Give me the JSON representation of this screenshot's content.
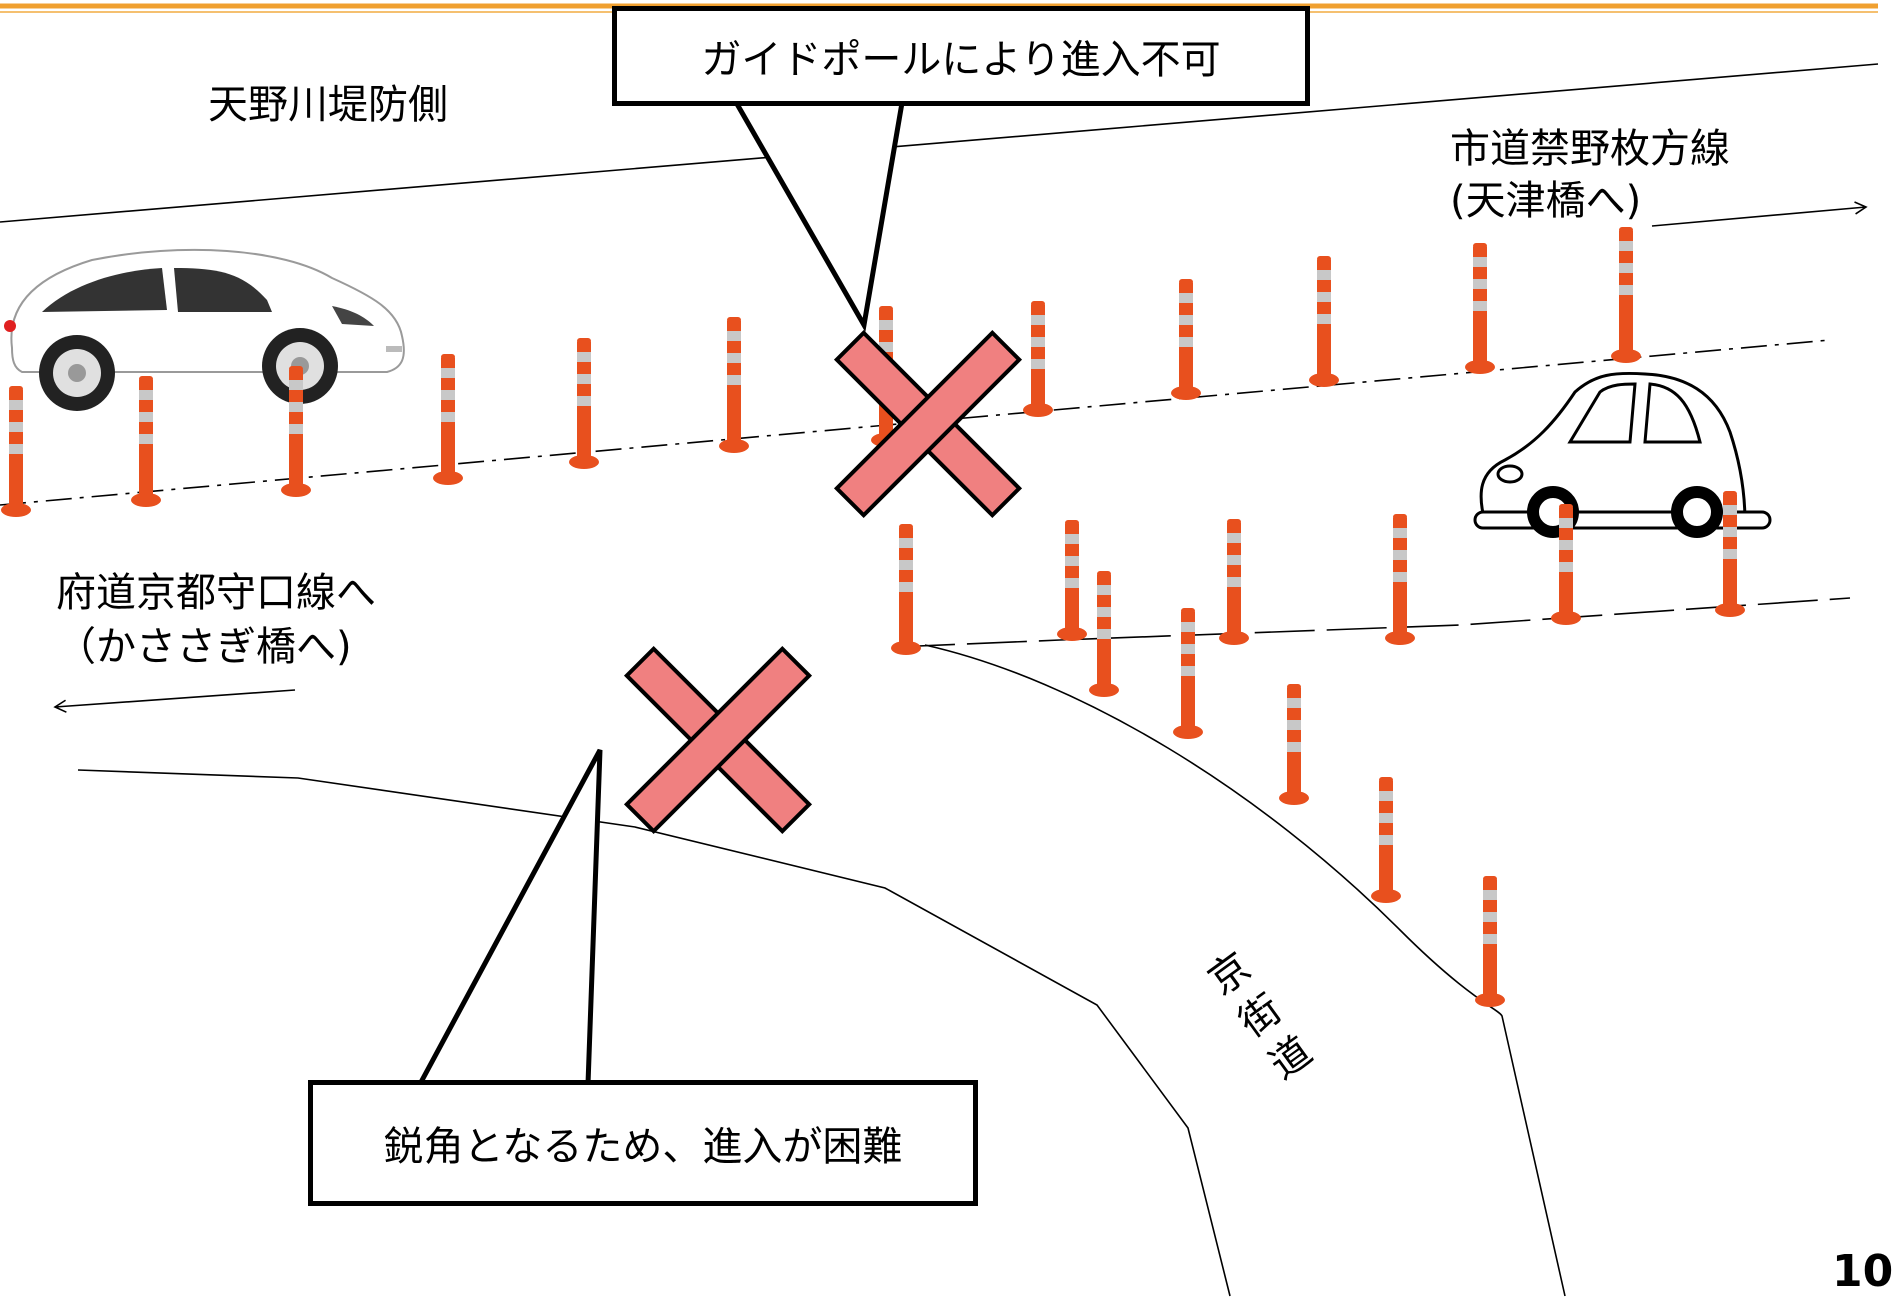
{
  "labels": {
    "embankment": "天野川堤防側",
    "city_road_line1": "市道禁野枚方線",
    "city_road_line2": "(天津橋へ)",
    "pref_road_line1": "府道京都守口線へ",
    "pref_road_line2": "（かささぎ橋へ)",
    "kyokaido_chars": [
      "京",
      "街",
      "道"
    ],
    "page_number": "10"
  },
  "callouts": {
    "guide_pole": "ガイドポールにより進入不可",
    "acute_angle": "鋭角となるため、進入が困難"
  },
  "colors": {
    "header_rule": "#f0a030",
    "no_entry_mark": "#f08080",
    "pole_orange": "#e8501e",
    "pole_reflector": "#c8c8c8"
  },
  "icons": {
    "car_left": "car-photo-icon",
    "car_right": "car-outline-icon",
    "no_entry": "x-mark-icon"
  }
}
